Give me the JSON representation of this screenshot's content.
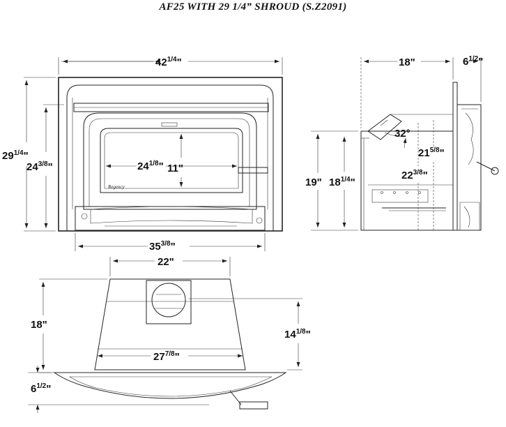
{
  "title": "AF25 WITH 29 1/4” SHROUD (S.Z2091)",
  "front_view": {
    "overall_width": "42",
    "overall_width_frac": "1/4",
    "unit": "\"",
    "overall_height": "29",
    "overall_height_frac": "1/4",
    "inner_height": "24",
    "inner_height_frac": "3/8",
    "glass_width": "24",
    "glass_width_frac": "1/8",
    "glass_height": "11\"",
    "base_width": "35",
    "base_width_frac": "3/8"
  },
  "side_view": {
    "depth": "18\"",
    "shroud_depth": "6",
    "shroud_depth_frac": "1/2",
    "angle": "32°",
    "height_1": "21",
    "height_1_frac": "5/8",
    "height_2": "22",
    "height_2_frac": "3/8",
    "height_3": "19\"",
    "height_4": "18",
    "height_4_frac": "1/4"
  },
  "top_view": {
    "rear_width": "22\"",
    "depth": "18\"",
    "front_width": "27",
    "front_width_frac": "7/8",
    "side_depth": "14",
    "side_depth_frac": "1/8",
    "shroud_depth": "6",
    "shroud_depth_frac": "1/2"
  },
  "logo_text": "Regency"
}
